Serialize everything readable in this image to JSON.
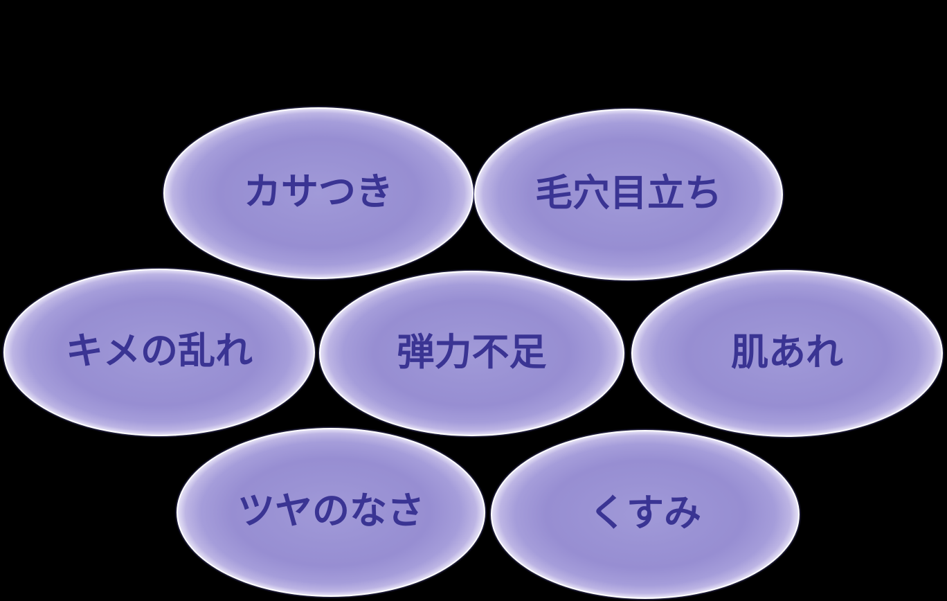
{
  "diagram": {
    "title": "skin-concerns-bubble-diagram",
    "colors": {
      "background": "#000000",
      "bubble_fill": "#9a92d4",
      "bubble_fill_light": "#bdb5e4",
      "bubble_border": "#ffffff",
      "label_color": "#3a3493"
    },
    "bubbles": [
      {
        "id": "kasatsuki",
        "label": "カサつき"
      },
      {
        "id": "keana-medachi",
        "label": "毛穴目立ち"
      },
      {
        "id": "kime-no-midare",
        "label": "キメの乱れ"
      },
      {
        "id": "danryoku-fusoku",
        "label": "弾力不足"
      },
      {
        "id": "hada-are",
        "label": "肌あれ"
      },
      {
        "id": "tsuya-no-nasa",
        "label": "ツヤのなさ"
      },
      {
        "id": "kusumi",
        "label": "くすみ"
      }
    ]
  }
}
